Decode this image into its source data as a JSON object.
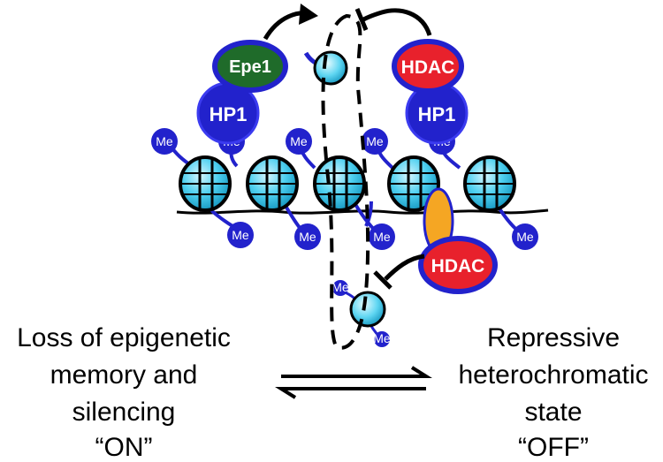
{
  "labels": {
    "epe1": "Epe1",
    "hp1": "HP1",
    "hdac": "HDAC",
    "me": "Me"
  },
  "left_state": {
    "line1": "Loss of epigenetic",
    "line2": "memory and",
    "line3": "silencing",
    "line4": "“ON”"
  },
  "right_state": {
    "line1": "Repressive",
    "line2": "heterochromatic",
    "line3": "state",
    "line4": "“OFF”"
  },
  "colors": {
    "nucleosome": "#4fd0f0",
    "hp1": "#2222cc",
    "epe1": "#1f6b2a",
    "hdac": "#e8212c",
    "adapter": "#f5a623",
    "outline": "#000000"
  }
}
